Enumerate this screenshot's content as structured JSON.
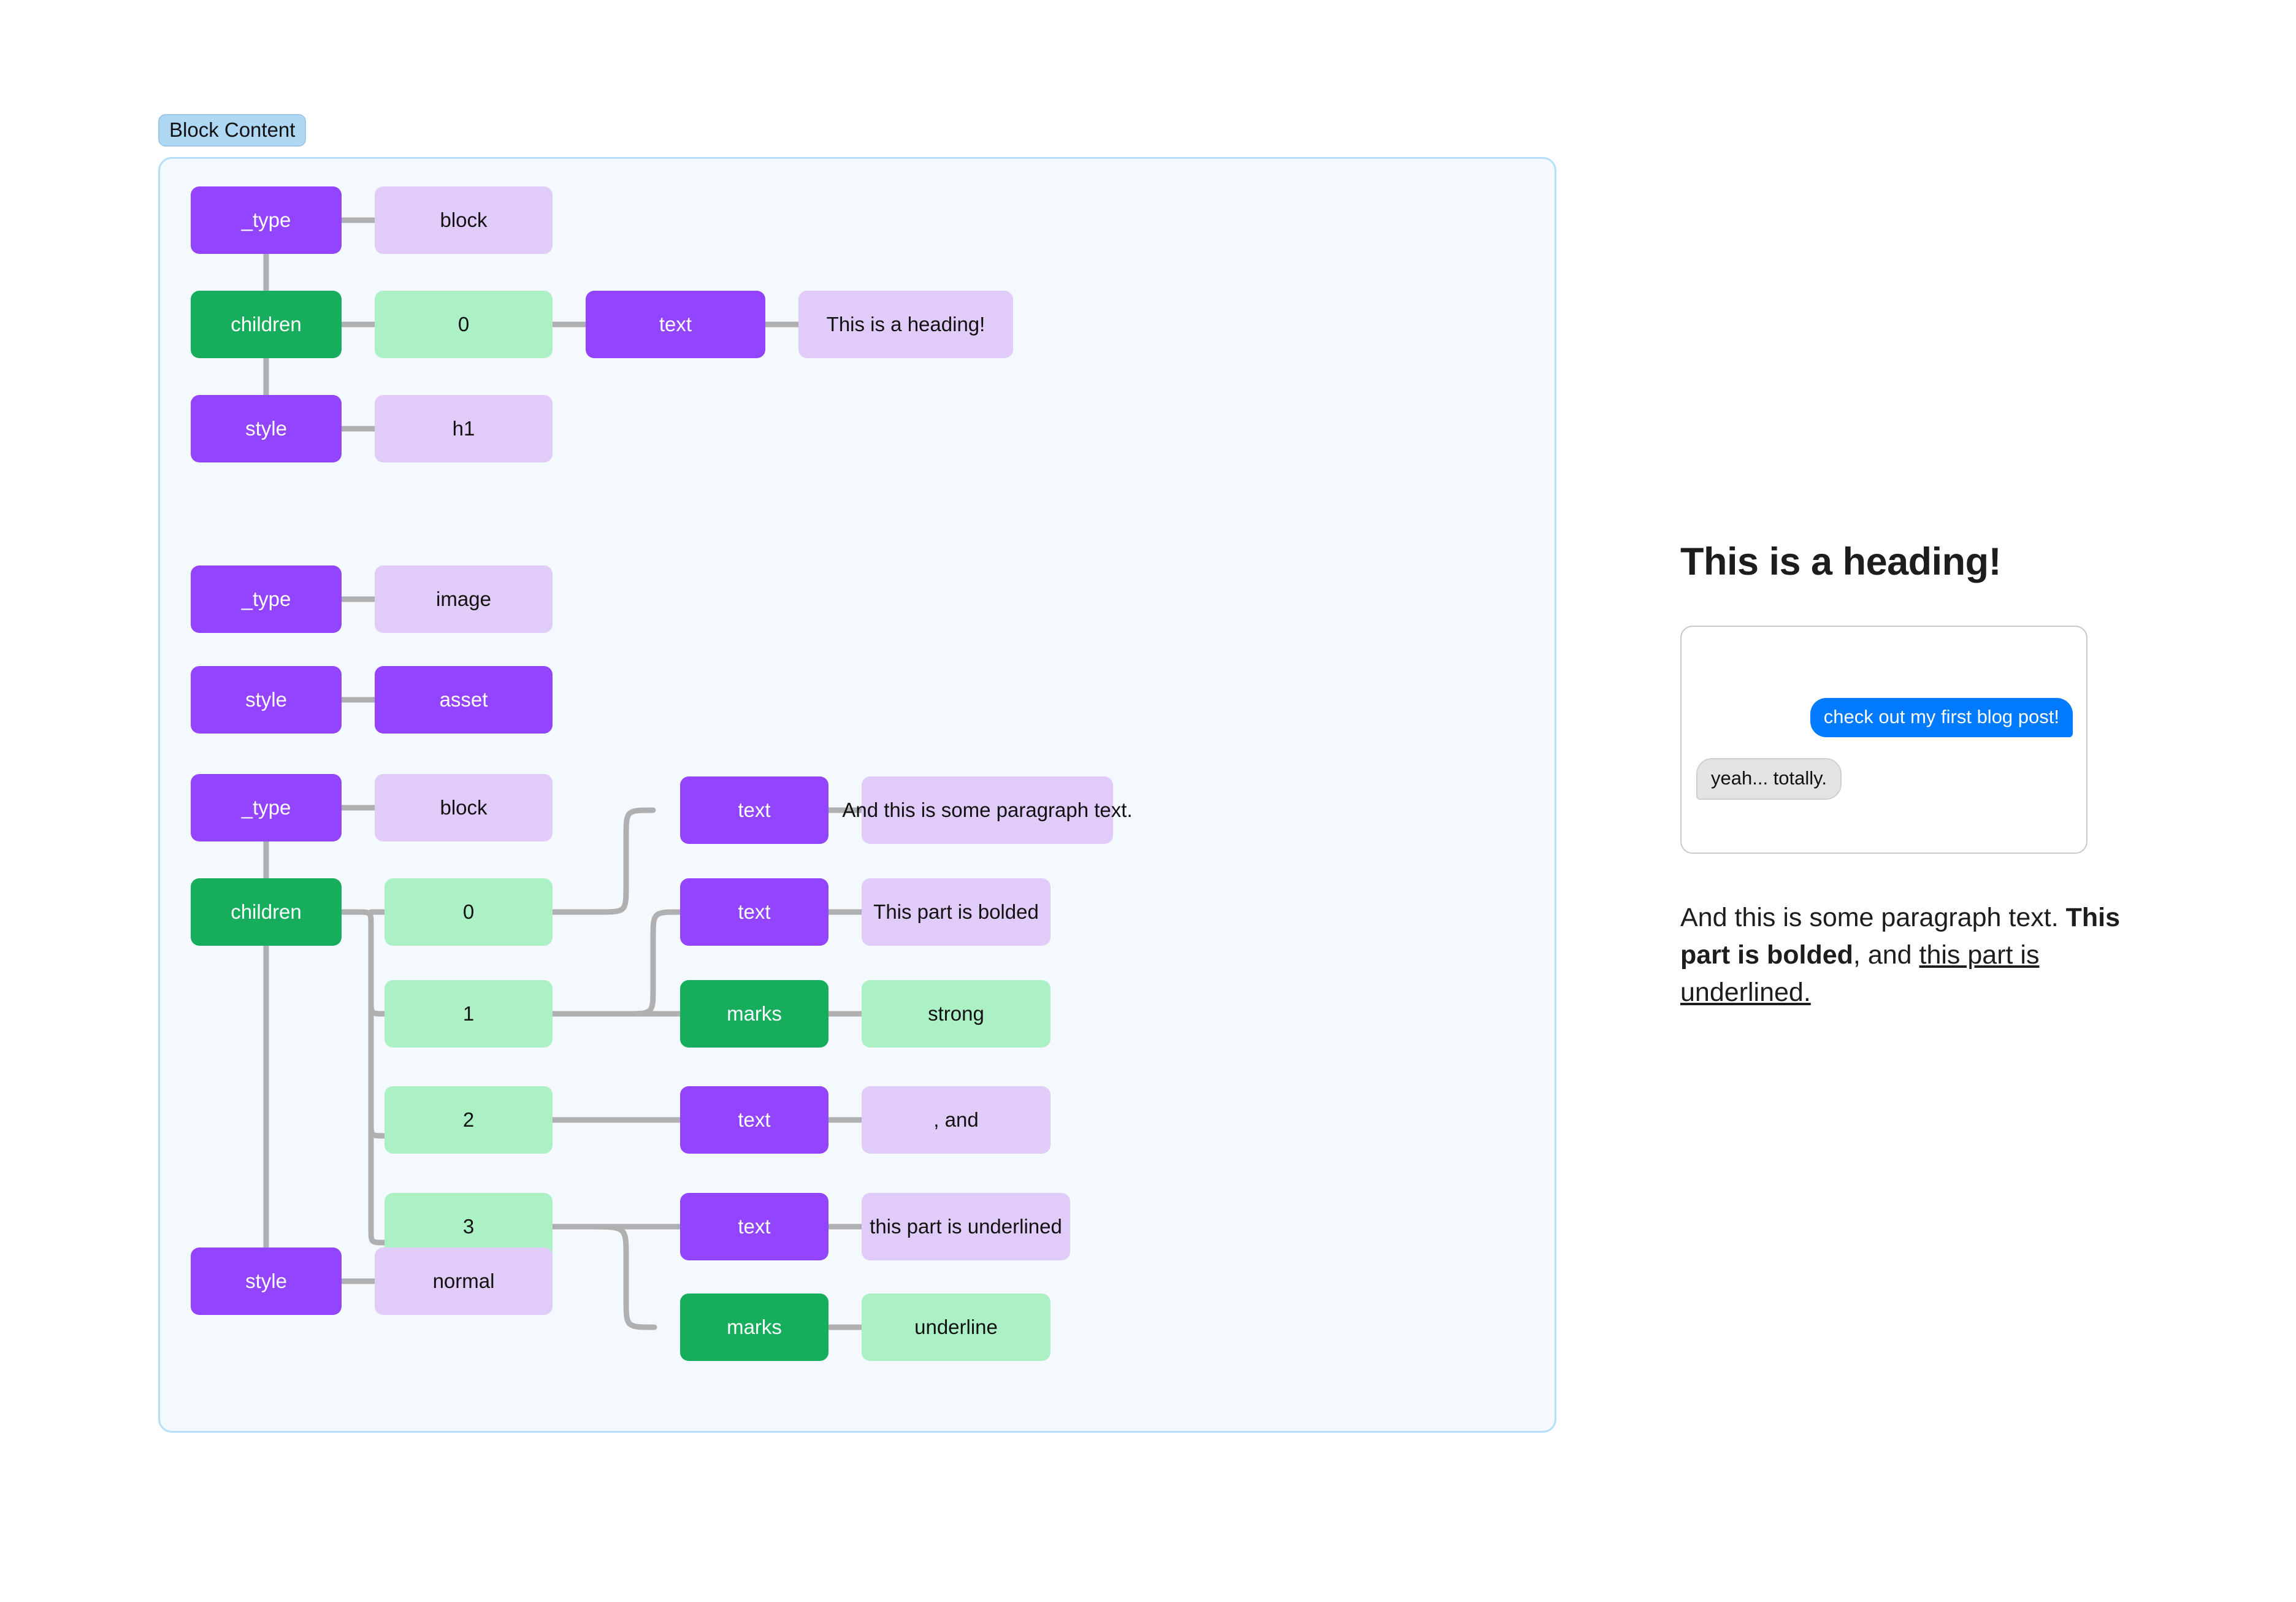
{
  "diagram": {
    "badge_label": "Block Content",
    "colors": {
      "key_purple": "#9244FF",
      "key_green": "#16AD5C",
      "value_purple": "#E0CBF9",
      "value_green": "#ACF1C5",
      "panel_bg": "#F4F9FE",
      "panel_border": "#B3DFF8",
      "badge_bg": "#AFD8F5",
      "edge": "#B0B0B0"
    },
    "nodes": [
      {
        "id": "b1-type",
        "label": "_type",
        "kind": "key-purple"
      },
      {
        "id": "b1-type-val",
        "label": "block",
        "kind": "value-purple"
      },
      {
        "id": "b1-children",
        "label": "children",
        "kind": "key-green"
      },
      {
        "id": "b1-child-0",
        "label": "0",
        "kind": "value-green"
      },
      {
        "id": "b1-text",
        "label": "text",
        "kind": "key-purple"
      },
      {
        "id": "b1-text-val",
        "label": "This is a heading!",
        "kind": "value-purple"
      },
      {
        "id": "b1-style",
        "label": "style",
        "kind": "key-purple"
      },
      {
        "id": "b1-style-val",
        "label": "h1",
        "kind": "value-purple"
      },
      {
        "id": "b2-type",
        "label": "_type",
        "kind": "key-purple"
      },
      {
        "id": "b2-type-val",
        "label": "image",
        "kind": "value-purple"
      },
      {
        "id": "b2-style",
        "label": "style",
        "kind": "key-purple"
      },
      {
        "id": "b2-style-val",
        "label": "asset",
        "kind": "key-purple"
      },
      {
        "id": "b3-type",
        "label": "_type",
        "kind": "key-purple"
      },
      {
        "id": "b3-type-val",
        "label": "block",
        "kind": "value-purple"
      },
      {
        "id": "b3-children",
        "label": "children",
        "kind": "key-green"
      },
      {
        "id": "b3-child-0",
        "label": "0",
        "kind": "value-green"
      },
      {
        "id": "b3-child-1",
        "label": "1",
        "kind": "value-green"
      },
      {
        "id": "b3-child-2",
        "label": "2",
        "kind": "value-green"
      },
      {
        "id": "b3-child-3",
        "label": "3",
        "kind": "value-green"
      },
      {
        "id": "b3-style",
        "label": "style",
        "kind": "key-purple"
      },
      {
        "id": "b3-style-val",
        "label": "normal",
        "kind": "value-purple"
      },
      {
        "id": "b3-text-a",
        "label": "text",
        "kind": "key-purple"
      },
      {
        "id": "b3-text-a-val",
        "label": "And this is some paragraph text.",
        "kind": "value-purple"
      },
      {
        "id": "b3-text-b",
        "label": "text",
        "kind": "key-purple"
      },
      {
        "id": "b3-text-b-val",
        "label": "This part is bolded",
        "kind": "value-purple"
      },
      {
        "id": "b3-marks-a",
        "label": "marks",
        "kind": "key-green"
      },
      {
        "id": "b3-marks-a-val",
        "label": "strong",
        "kind": "value-green"
      },
      {
        "id": "b3-text-c",
        "label": "text",
        "kind": "key-purple"
      },
      {
        "id": "b3-text-c-val",
        "label": ", and",
        "kind": "value-purple"
      },
      {
        "id": "b3-text-d",
        "label": "text",
        "kind": "key-purple"
      },
      {
        "id": "b3-text-d-val",
        "label": "this part is underlined",
        "kind": "value-purple"
      },
      {
        "id": "b3-marks-b",
        "label": "marks",
        "kind": "key-green"
      },
      {
        "id": "b3-marks-b-val",
        "label": "underline",
        "kind": "value-green"
      }
    ]
  },
  "preview": {
    "heading": "This is a heading!",
    "messages": [
      {
        "direction": "outgoing",
        "text": "check out my first blog post!"
      },
      {
        "direction": "incoming",
        "text": "yeah... totally."
      }
    ],
    "paragraph": {
      "plain_1": "And this is some paragraph text. ",
      "bold": "This part is bolded",
      "plain_2": ", and ",
      "underlined": "this part is underlined."
    }
  }
}
